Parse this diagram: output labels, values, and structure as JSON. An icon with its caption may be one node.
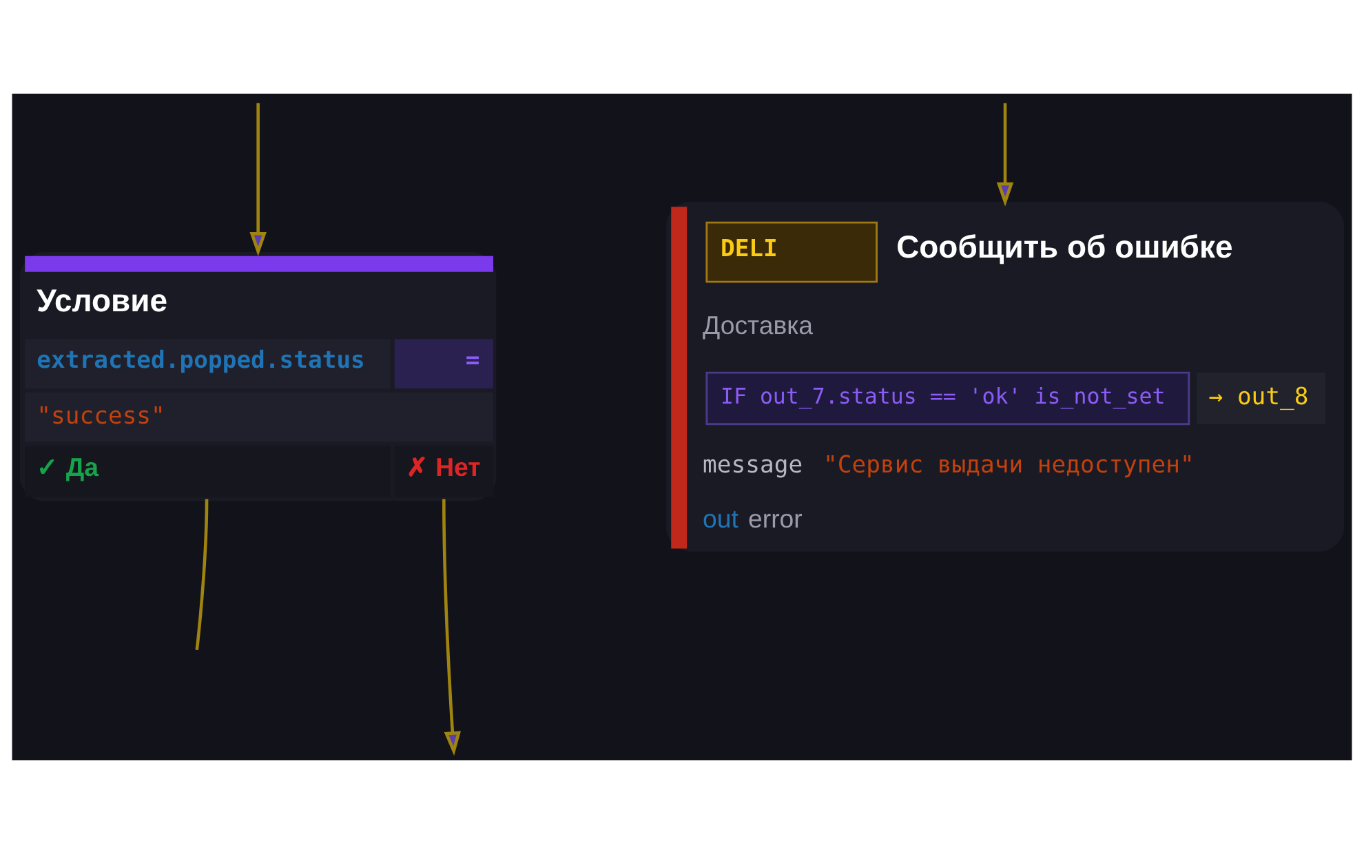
{
  "diagram": {
    "nodes": [
      {
        "text": [
          "Условие",
          "extracted.popped.status",
          "=",
          "\"success\"",
          "✓ Да",
          "✗ Нет"
        ]
      },
      {
        "text": [
          "DELI",
          "Сообщить об ошибке",
          "Доставка",
          "IF out_7.status == 'ok' is_not_set",
          "→ out_8",
          "message \"Сервис выдачи недоступен\"",
          "out error"
        ]
      }
    ],
    "edges": [
      {
        "from": 0,
        "to": null,
        "arrow": "to"
      },
      {
        "from": 0,
        "to": null,
        "arrow": "none"
      },
      {
        "from": null,
        "to": 0,
        "arrow": "to"
      },
      {
        "from": null,
        "to": 1,
        "arrow": "to"
      }
    ]
  }
}
